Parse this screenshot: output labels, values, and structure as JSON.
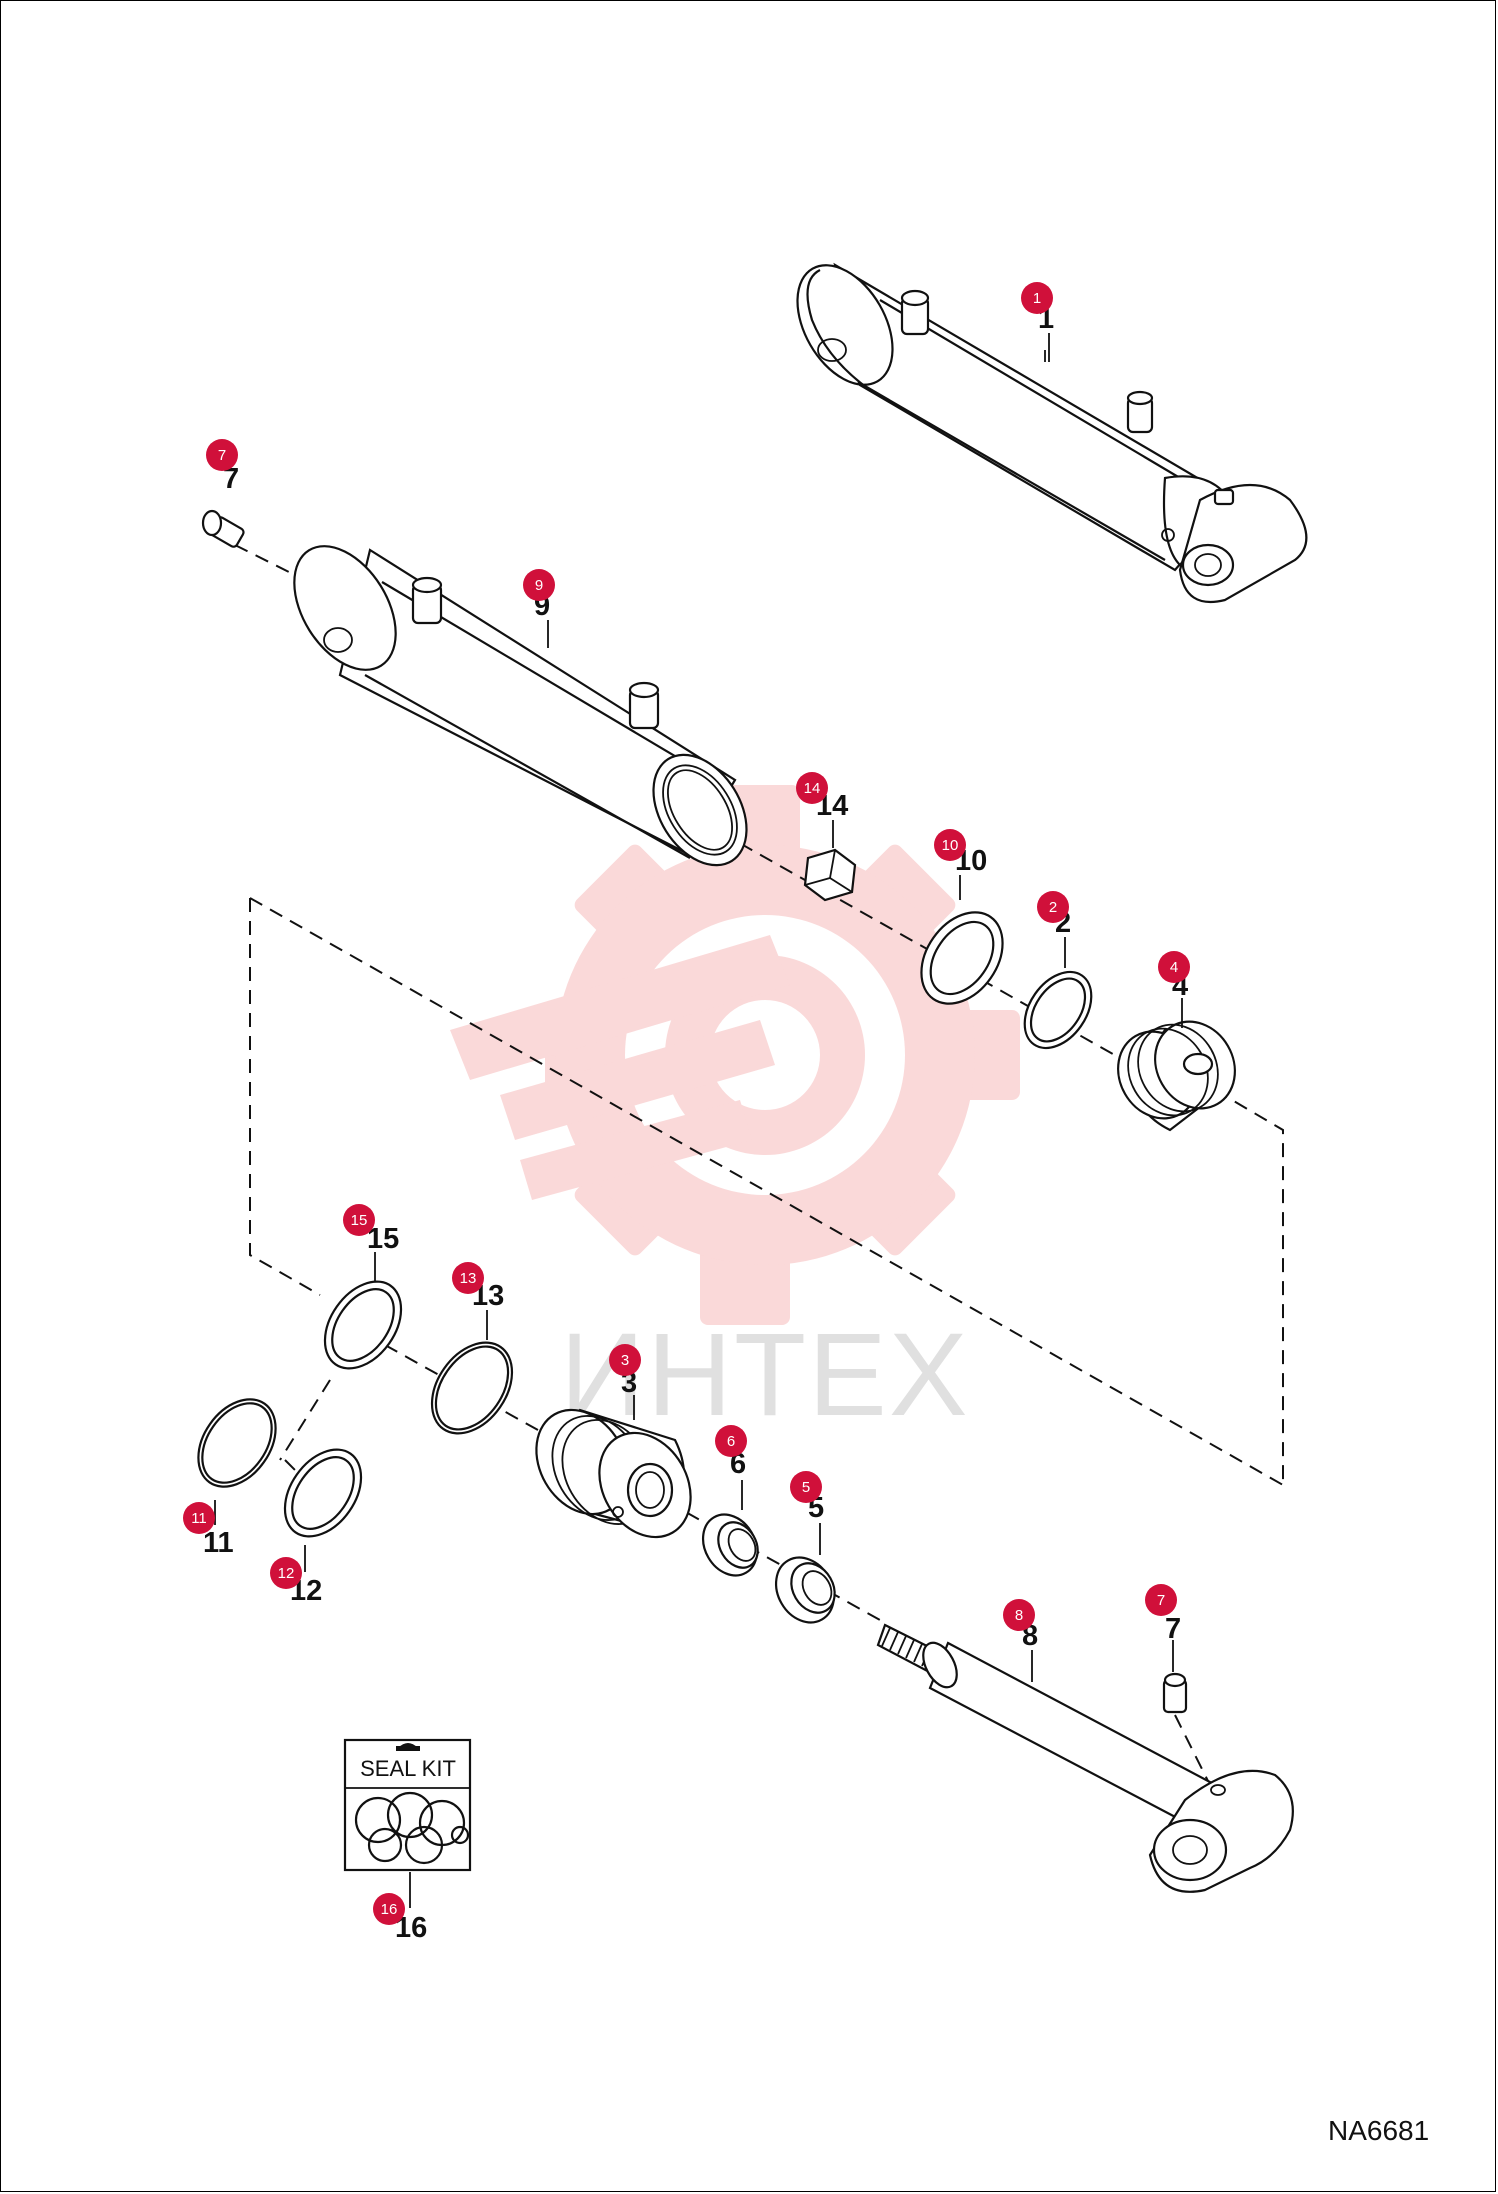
{
  "drawing_code": "NA6681",
  "watermark_text": "ИНТЕХ",
  "seal_kit_label": "SEAL KIT",
  "colors": {
    "badge": "#d0103a",
    "watermark": "#f4b5b5",
    "line": "#111111"
  },
  "parts": [
    {
      "number": "1"
    },
    {
      "number": "2"
    },
    {
      "number": "3"
    },
    {
      "number": "4"
    },
    {
      "number": "5"
    },
    {
      "number": "6"
    },
    {
      "number": "7"
    },
    {
      "number": "8"
    },
    {
      "number": "9"
    },
    {
      "number": "10"
    },
    {
      "number": "11"
    },
    {
      "number": "12"
    },
    {
      "number": "13"
    },
    {
      "number": "14"
    },
    {
      "number": "15"
    },
    {
      "number": "16"
    }
  ],
  "callout_labels": [
    "1",
    "7",
    "9",
    "14",
    "10",
    "2",
    "4",
    "15",
    "13",
    "3",
    "6",
    "5",
    "11",
    "12",
    "8",
    "7",
    "16"
  ]
}
